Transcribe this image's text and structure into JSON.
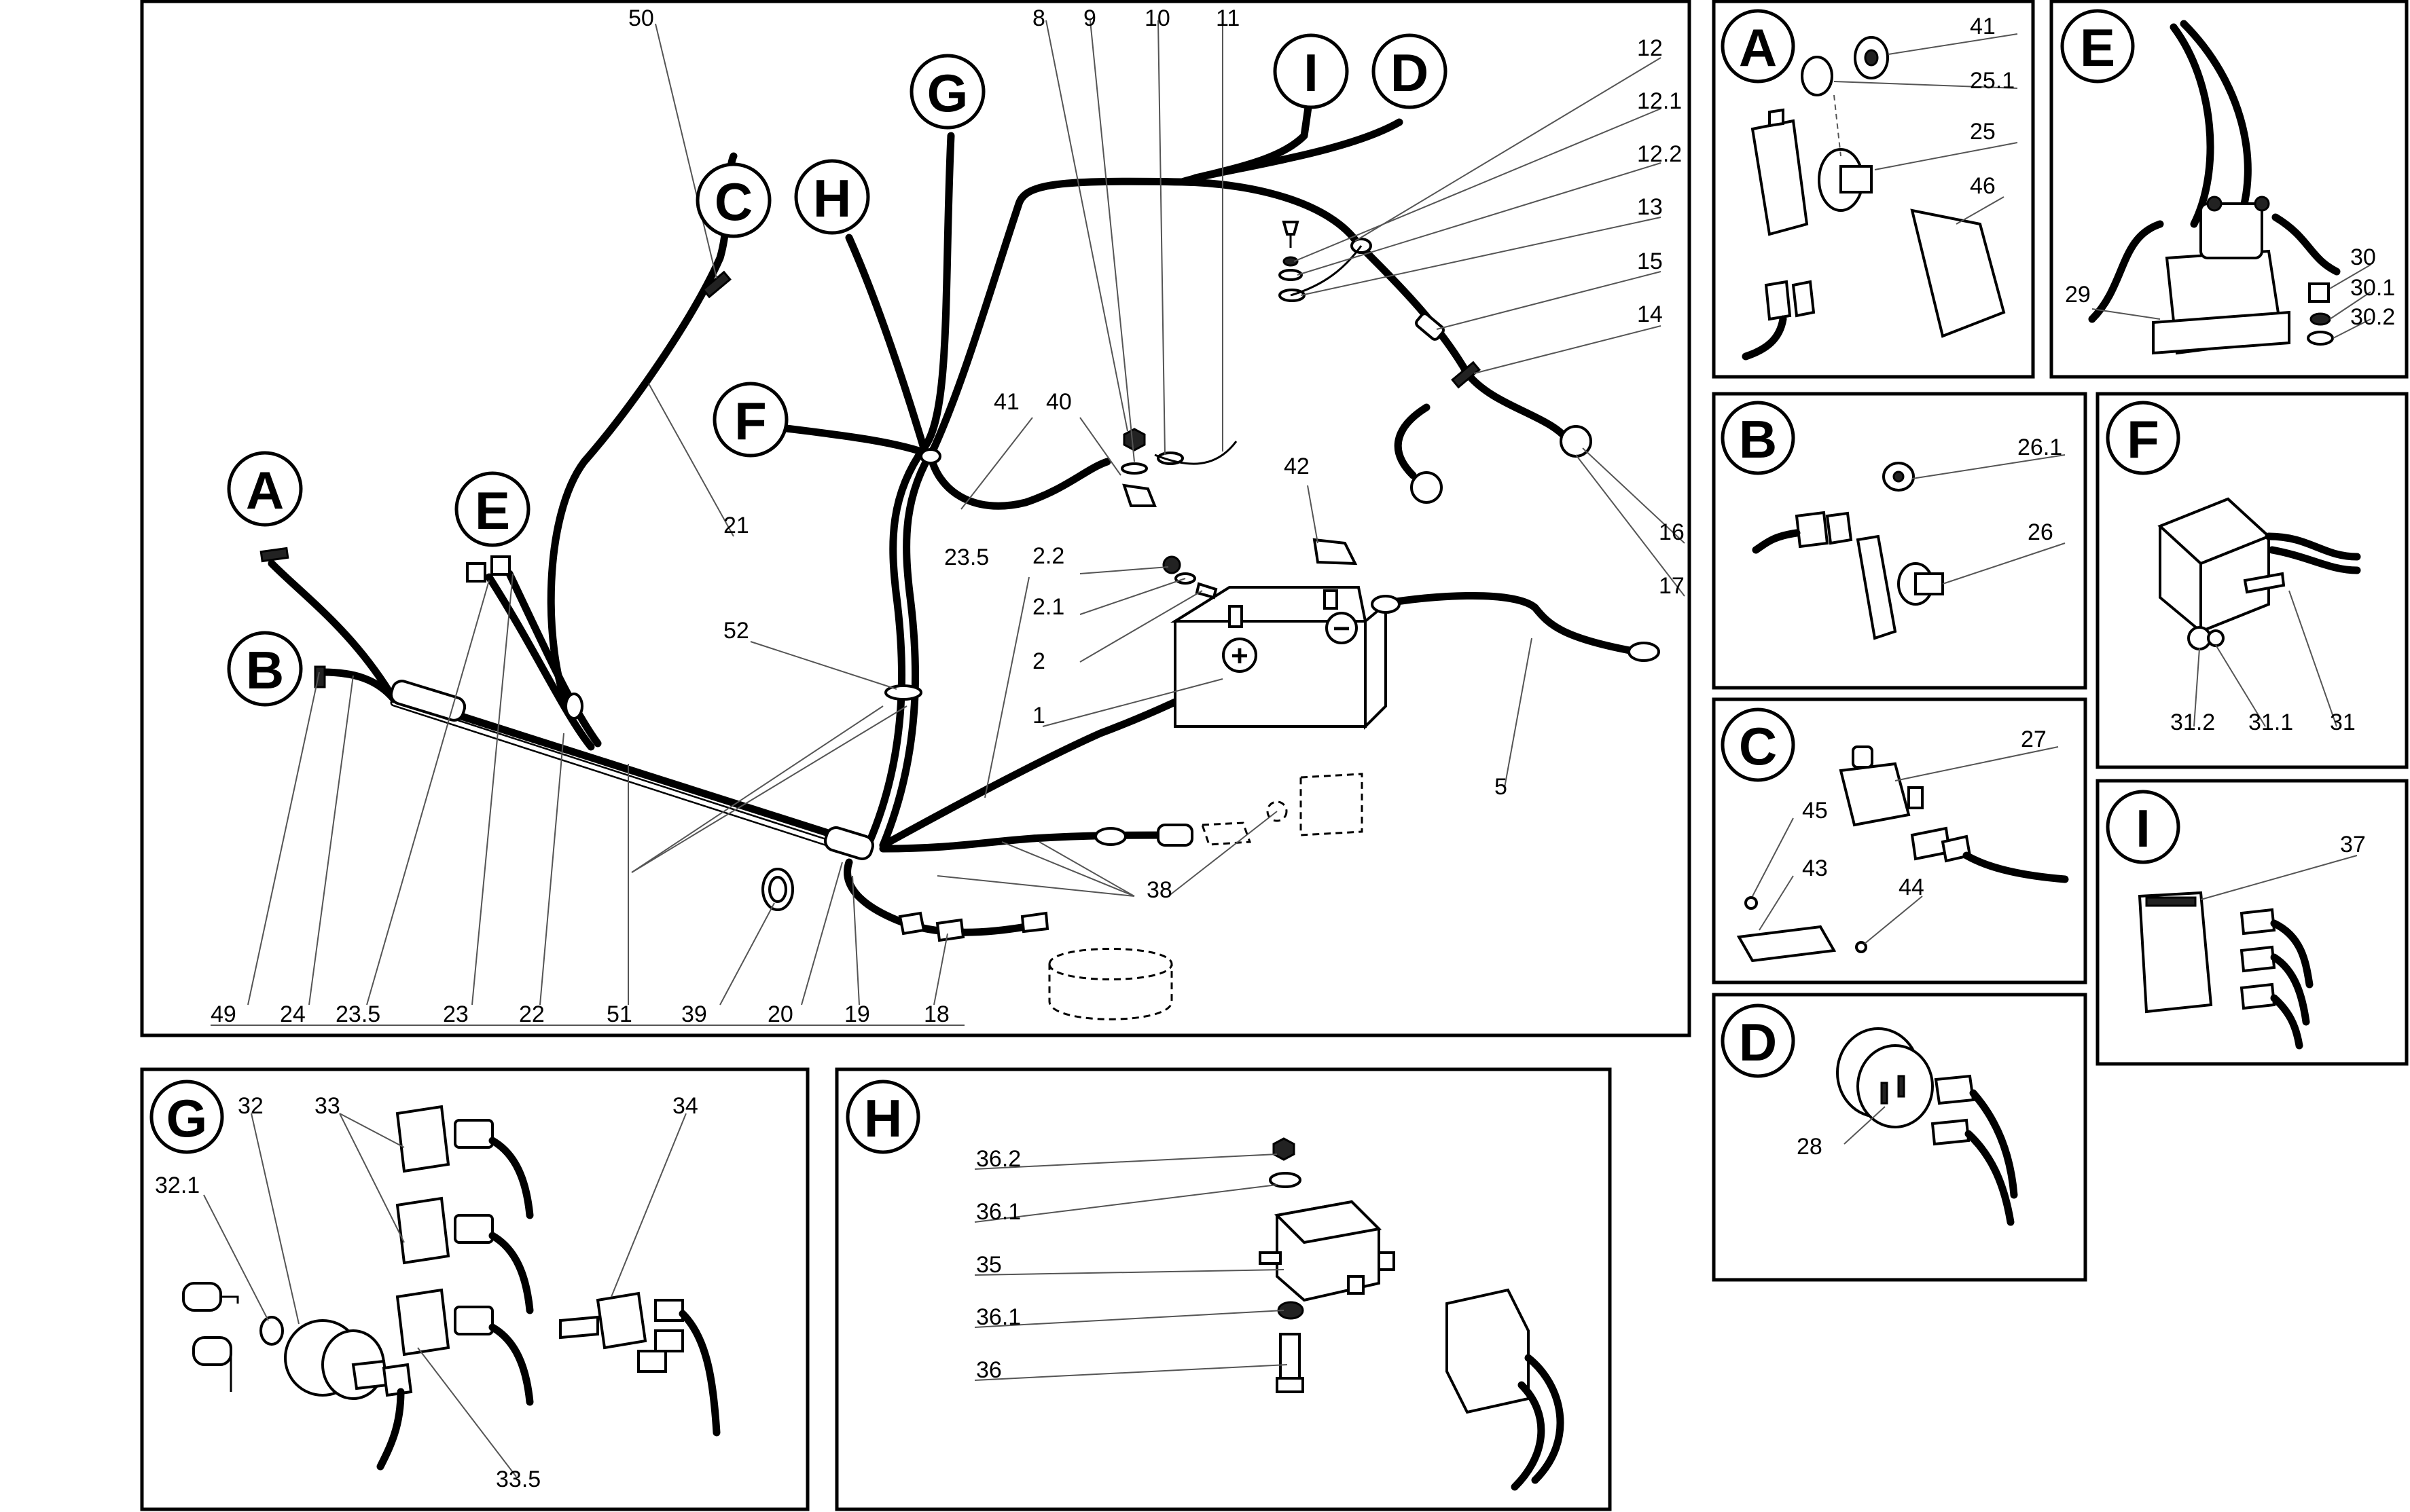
{
  "main": {
    "letters": [
      "A",
      "B",
      "C",
      "D",
      "E",
      "F",
      "G",
      "H",
      "I"
    ],
    "top_labels": [
      "50",
      "8",
      "9",
      "10",
      "11"
    ],
    "right_labels": [
      "12",
      "12.1",
      "12.2",
      "13",
      "15",
      "14",
      "16",
      "17"
    ],
    "middle_labels": [
      "21",
      "41",
      "40",
      "42",
      "23.5",
      "2.2",
      "2.1",
      "2",
      "1",
      "52",
      "5",
      "38"
    ],
    "bottom_labels": [
      "49",
      "24",
      "23.5",
      "23",
      "22",
      "51",
      "39",
      "20",
      "19",
      "18"
    ]
  },
  "inset_a": {
    "letter": "A",
    "labels": [
      "41",
      "25.1",
      "25",
      "46"
    ]
  },
  "inset_e": {
    "letter": "E",
    "labels": [
      "29",
      "30",
      "30.1",
      "30.2"
    ]
  },
  "inset_b": {
    "letter": "B",
    "labels": [
      "26.1",
      "26"
    ]
  },
  "inset_f": {
    "letter": "F",
    "labels": [
      "31.2",
      "31.1",
      "31"
    ]
  },
  "inset_c": {
    "letter": "C",
    "labels": [
      "27",
      "45",
      "43",
      "44"
    ]
  },
  "inset_i": {
    "letter": "I",
    "labels": [
      "37"
    ]
  },
  "inset_d": {
    "letter": "D",
    "labels": [
      "28"
    ]
  },
  "inset_g": {
    "letter": "G",
    "labels": [
      "32",
      "33",
      "34",
      "32.1",
      "33.5"
    ]
  },
  "inset_h": {
    "letter": "H",
    "labels": [
      "36.2",
      "36.1",
      "35",
      "36.1",
      "36"
    ]
  },
  "battery": {
    "positive_symbol": "+",
    "negative_symbol": "−"
  }
}
